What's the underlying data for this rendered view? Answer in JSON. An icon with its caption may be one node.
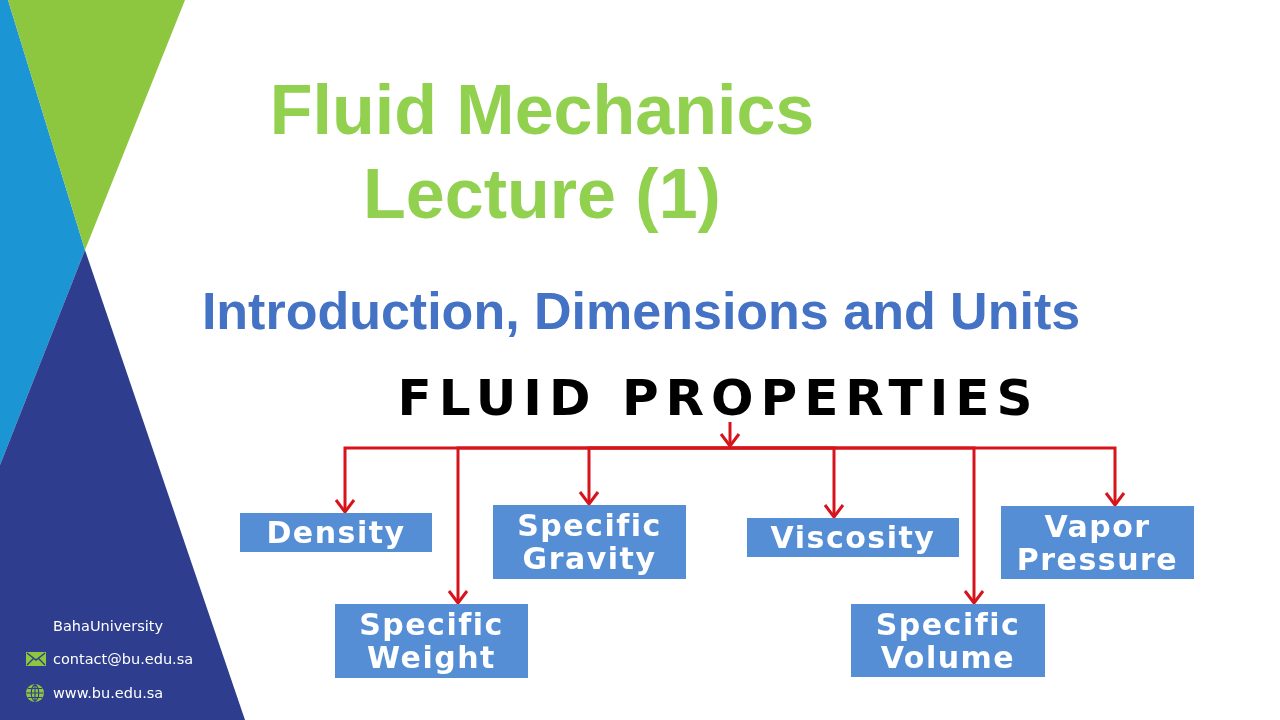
{
  "diagram": {
    "title": "Fluid Mechanics Lecture (1)",
    "nodes": [
      {
        "text": [
          "FLUID PROPERTIES"
        ]
      },
      {
        "text": [
          "Density"
        ]
      },
      {
        "text": [
          "Specific Weight"
        ]
      },
      {
        "text": [
          "Specific Gravity"
        ]
      },
      {
        "text": [
          "Viscosity"
        ]
      },
      {
        "text": [
          "Specific Volume"
        ]
      },
      {
        "text": [
          "Vapor Pressure"
        ]
      }
    ],
    "edges": [
      {
        "from": 0,
        "to": 1,
        "arrow": "to"
      },
      {
        "from": 0,
        "to": 2,
        "arrow": "to"
      },
      {
        "from": 0,
        "to": 3,
        "arrow": "to"
      },
      {
        "from": 0,
        "to": 4,
        "arrow": "to"
      },
      {
        "from": 0,
        "to": 5,
        "arrow": "to"
      },
      {
        "from": 0,
        "to": 6,
        "arrow": "to"
      }
    ],
    "labels": [
      "Introduction, Dimensions and Units",
      "BahaUniversity",
      "contact@bu.edu.sa",
      "www.bu.edu.sa"
    ]
  }
}
